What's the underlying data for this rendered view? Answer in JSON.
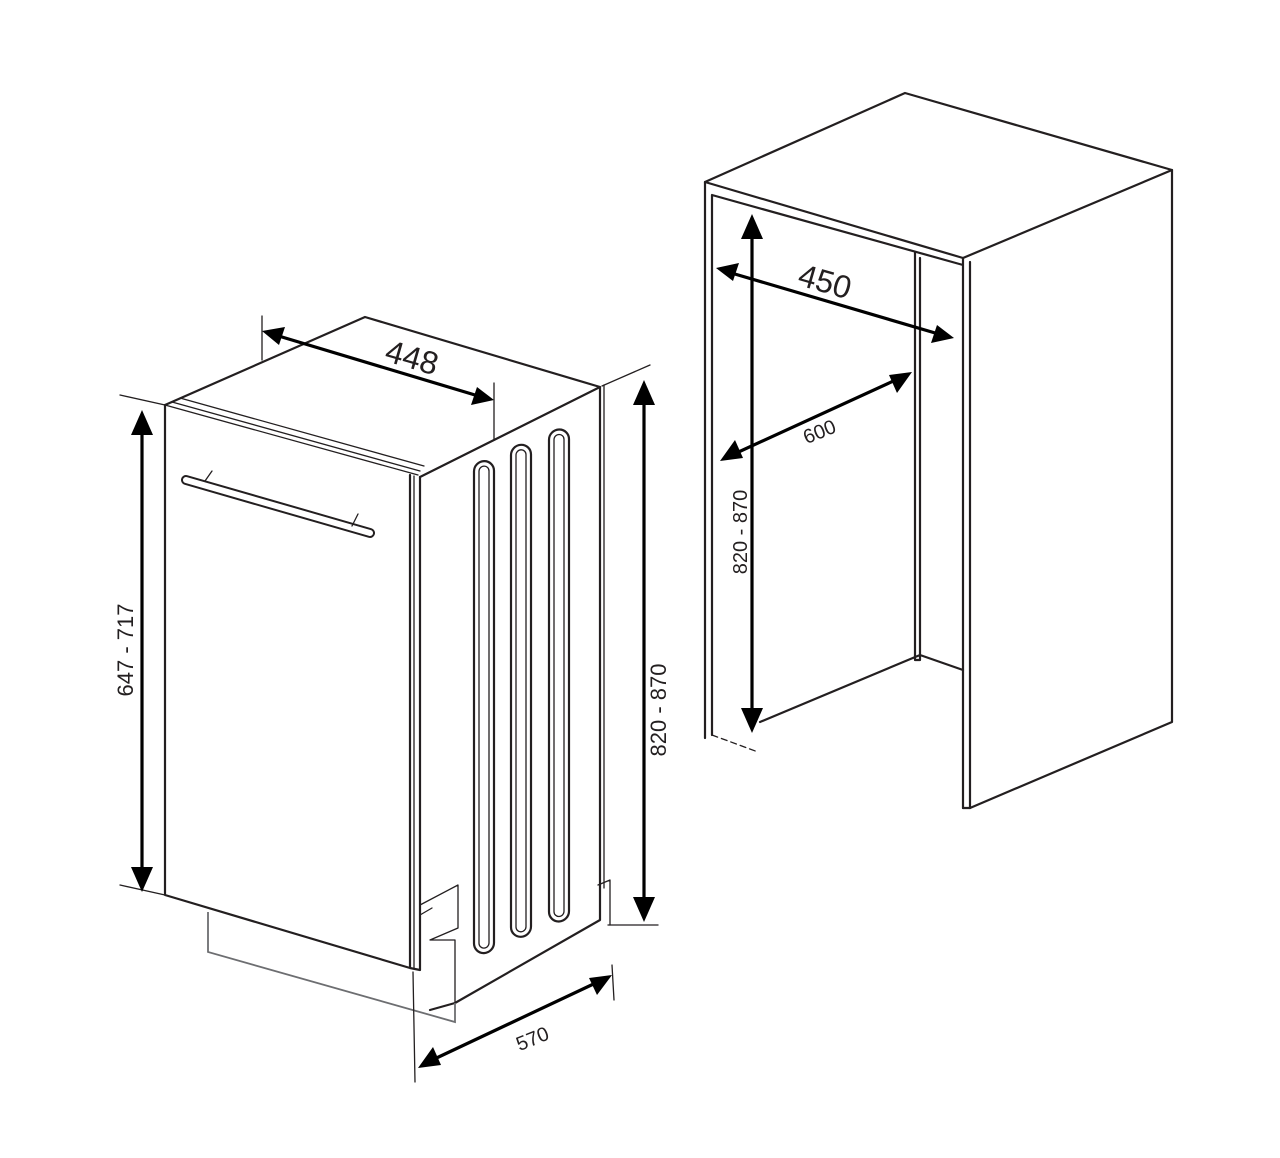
{
  "appliance": {
    "dimensions": {
      "width": "448",
      "height": "820 - 870",
      "door_height": "647 - 717",
      "depth": "570"
    }
  },
  "niche": {
    "dimensions": {
      "width": "450",
      "depth": "600",
      "height": "820 - 870"
    }
  },
  "colors": {
    "line": "#231f20",
    "dimension_arrow": "#000000",
    "plinth": "#6d6e71",
    "background": "#ffffff"
  }
}
